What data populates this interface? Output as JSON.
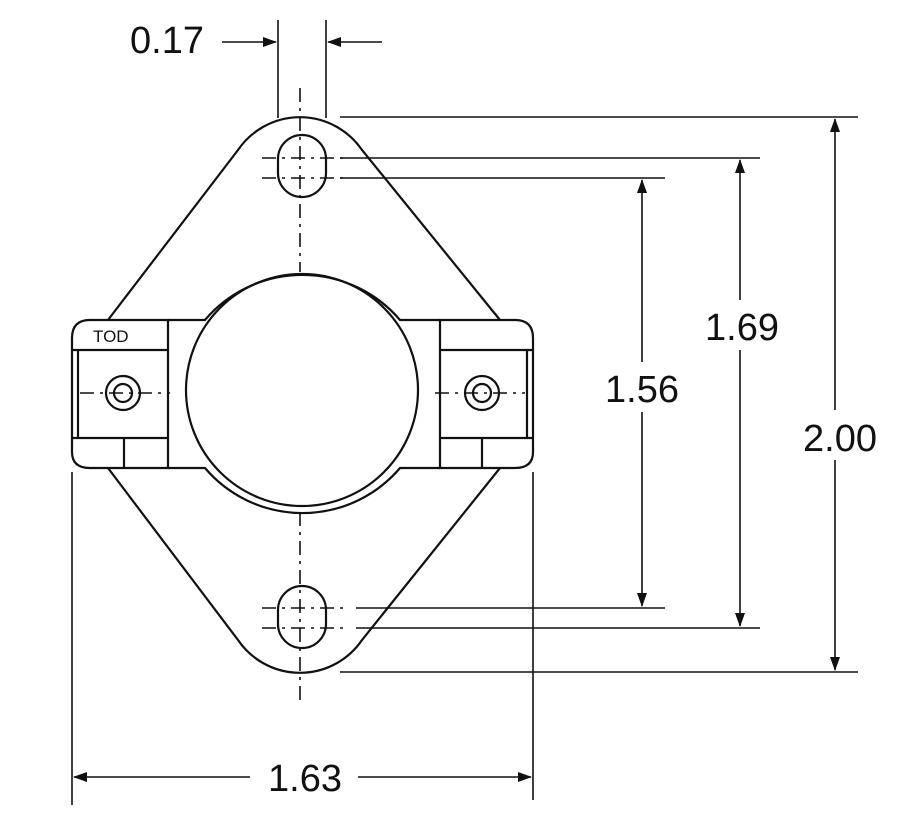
{
  "part_label": "TOD",
  "dimensions": {
    "slot_width": "0.17",
    "overall_height": "2.00",
    "slot_outer_spacing": "1.69",
    "slot_inner_spacing": "1.56",
    "tab_width": "1.63"
  }
}
